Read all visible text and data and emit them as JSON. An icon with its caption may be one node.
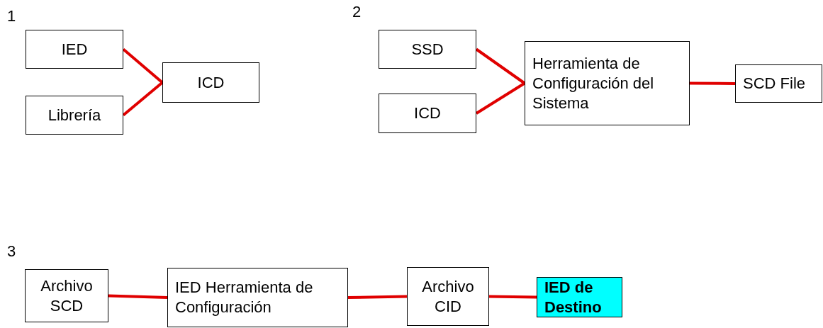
{
  "diagram": {
    "nodes": [
      {
        "text": [
          "IED"
        ]
      },
      {
        "text": [
          "Librería"
        ]
      },
      {
        "text": [
          "ICD"
        ]
      },
      {
        "text": [
          "SSD"
        ]
      },
      {
        "text": [
          "ICD"
        ]
      },
      {
        "text": [
          "Herramienta de Configuración del Sistema"
        ]
      },
      {
        "text": [
          "SCD File"
        ]
      },
      {
        "text": [
          "Archivo SCD"
        ]
      },
      {
        "text": [
          "IED Herramienta de Configuración"
        ]
      },
      {
        "text": [
          "Archivo CID"
        ]
      },
      {
        "text": [
          "IED de Destino"
        ]
      }
    ],
    "edges": [
      {
        "from": 0,
        "to": 2,
        "arrow": "none"
      },
      {
        "from": 1,
        "to": 2,
        "arrow": "none"
      },
      {
        "from": 3,
        "to": 5,
        "arrow": "none"
      },
      {
        "from": 4,
        "to": 5,
        "arrow": "none"
      },
      {
        "from": 5,
        "to": 6,
        "arrow": "none"
      },
      {
        "from": 7,
        "to": 8,
        "arrow": "none"
      },
      {
        "from": 8,
        "to": 9,
        "arrow": "none"
      },
      {
        "from": 9,
        "to": 10,
        "arrow": "none"
      }
    ],
    "labels": [
      "1",
      "2",
      "3"
    ]
  }
}
